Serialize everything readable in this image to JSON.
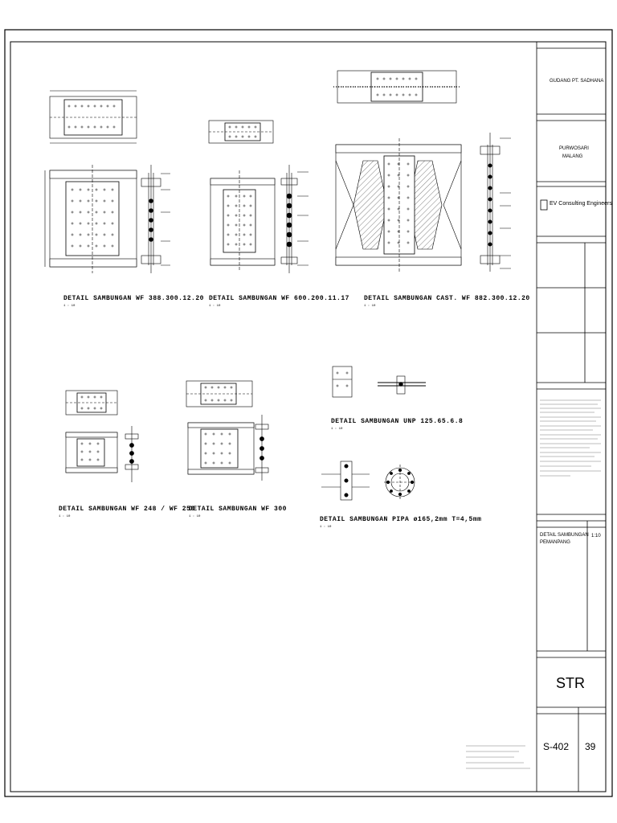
{
  "details": [
    {
      "title": "DETAIL SAMBUNGAN WF 388.300.12.20",
      "scale": "1 : 10"
    },
    {
      "title": "DETAIL SAMBUNGAN WF 600.200.11.17",
      "scale": "1 : 10"
    },
    {
      "title": "DETAIL SAMBUNGAN CAST. WF 882.300.12.20",
      "scale": "1 : 10"
    },
    {
      "title": "DETAIL SAMBUNGAN WF 248 / WF 250",
      "scale": "1 : 10"
    },
    {
      "title": "DETAIL SAMBUNGAN WF 300",
      "scale": "1 : 10"
    },
    {
      "title": "DETAIL SAMBUNGAN UNP 125.65.6.8",
      "scale": "1 : 10"
    },
    {
      "title": "DETAIL SAMBUNGAN PIPA ø165,2mm T=4,5mm",
      "scale": "1 : 10"
    }
  ],
  "title_block": {
    "project_name": "GUDANG PT. SADHANA",
    "location_line1": "PURWOSARI",
    "location_line2": "MALANG",
    "consultant": "EV Consulting Engineers",
    "drawing_title_line1": "DETAIL SAMBUNGAN",
    "drawing_title_line2": "PEMANPANG",
    "scale": "1:10",
    "discipline": "STR",
    "drawing_number": "S-402",
    "sheet_count": "39"
  }
}
